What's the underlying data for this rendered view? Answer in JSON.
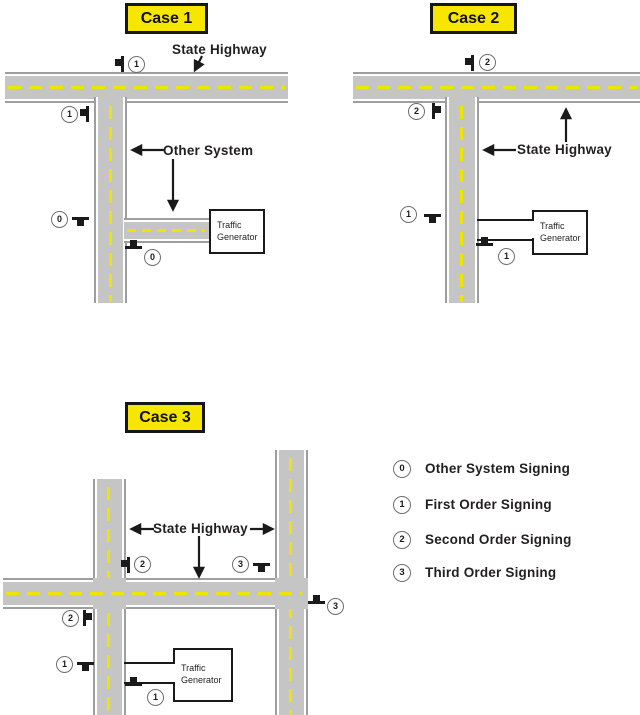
{
  "figure": {
    "cases": {
      "case1": {
        "title": "Case 1",
        "highway_label": "State Highway",
        "other_system_label": "Other System",
        "generator": {
          "line1": "Traffic",
          "line2": "Generator"
        },
        "markers": {
          "top": "1",
          "side": "1",
          "gen_left": "0",
          "gen_bottom": "0"
        }
      },
      "case2": {
        "title": "Case 2",
        "highway_label": "State Highway",
        "generator": {
          "line1": "Traffic",
          "line2": "Generator"
        },
        "markers": {
          "top": "2",
          "side": "2",
          "gen_left": "1",
          "gen_bottom": "1"
        }
      },
      "case3": {
        "title": "Case 3",
        "highway_label": "State Highway",
        "generator": {
          "line1": "Traffic",
          "line2": "Generator"
        },
        "markers": {
          "top_left": "2",
          "top_right": "3",
          "right": "3",
          "side": "2",
          "gen_left": "1",
          "gen_bottom": "1"
        }
      }
    },
    "legend": {
      "items": [
        {
          "num": "0",
          "label": "Other System Signing"
        },
        {
          "num": "1",
          "label": "First Order Signing"
        },
        {
          "num": "2",
          "label": "Second Order Signing"
        },
        {
          "num": "3",
          "label": "Third Order Signing"
        }
      ]
    },
    "colors": {
      "road_fill": "#c5c5c5",
      "road_edge": "#9e9e9e",
      "centerline_yellow": "#efe300",
      "case_box_yellow": "#f7e600",
      "text": "#231f20"
    }
  }
}
